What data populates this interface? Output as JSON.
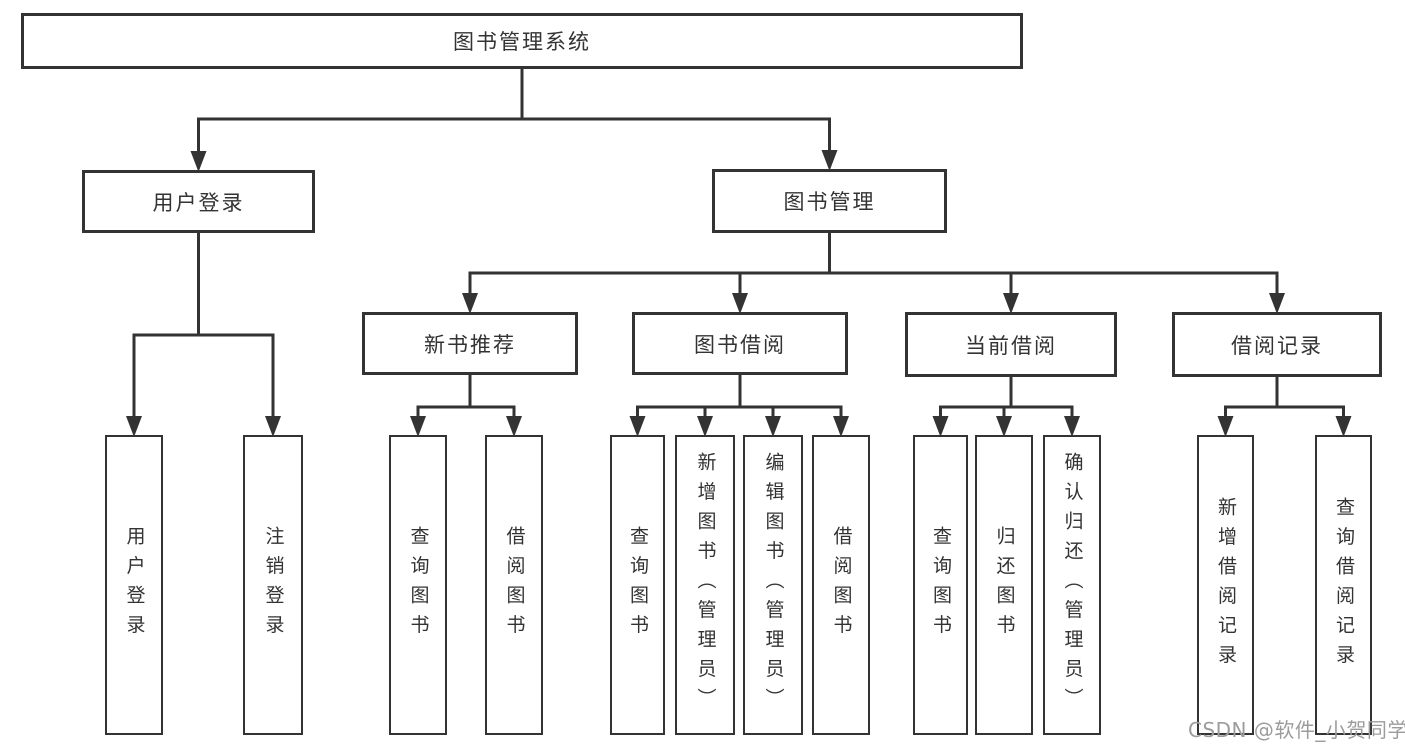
{
  "diagram": {
    "title_node": "图书管理系统",
    "colors": {
      "line": "#333333",
      "text": "#333333",
      "box_background": "#ffffff",
      "watermark": "#9c9c9c"
    },
    "nodes": [
      {
        "id": "root",
        "label": "图书管理系统",
        "parent": null
      },
      {
        "id": "user_login",
        "label": "用户登录",
        "parent": "root"
      },
      {
        "id": "book_mgmt",
        "label": "图书管理",
        "parent": "root"
      },
      {
        "id": "login_leaf",
        "label": "用户登录",
        "parent": "user_login"
      },
      {
        "id": "logout_leaf",
        "label": "注销登录",
        "parent": "user_login"
      },
      {
        "id": "new_book_rec",
        "label": "新书推荐",
        "parent": "book_mgmt"
      },
      {
        "id": "book_borrow",
        "label": "图书借阅",
        "parent": "book_mgmt"
      },
      {
        "id": "current_borrow",
        "label": "当前借阅",
        "parent": "book_mgmt"
      },
      {
        "id": "borrow_records",
        "label": "借阅记录",
        "parent": "book_mgmt"
      },
      {
        "id": "rec_query",
        "label": "查询图书",
        "parent": "new_book_rec"
      },
      {
        "id": "rec_borrow",
        "label": "借阅图书",
        "parent": "new_book_rec"
      },
      {
        "id": "bb_query",
        "label": "查询图书",
        "parent": "book_borrow"
      },
      {
        "id": "bb_add",
        "label": "新增图书（管理员）",
        "parent": "book_borrow"
      },
      {
        "id": "bb_edit",
        "label": "编辑图书（管理员）",
        "parent": "book_borrow"
      },
      {
        "id": "bb_borrow",
        "label": "借阅图书",
        "parent": "book_borrow"
      },
      {
        "id": "cb_query",
        "label": "查询图书",
        "parent": "current_borrow"
      },
      {
        "id": "cb_return",
        "label": "归还图书",
        "parent": "current_borrow"
      },
      {
        "id": "cb_confirm",
        "label": "确认归还（管理员）",
        "parent": "current_borrow"
      },
      {
        "id": "br_add",
        "label": "新增借阅记录",
        "parent": "borrow_records"
      },
      {
        "id": "br_query",
        "label": "查询借阅记录",
        "parent": "borrow_records"
      }
    ]
  },
  "watermark": "CSDN @软件_小贺同学"
}
